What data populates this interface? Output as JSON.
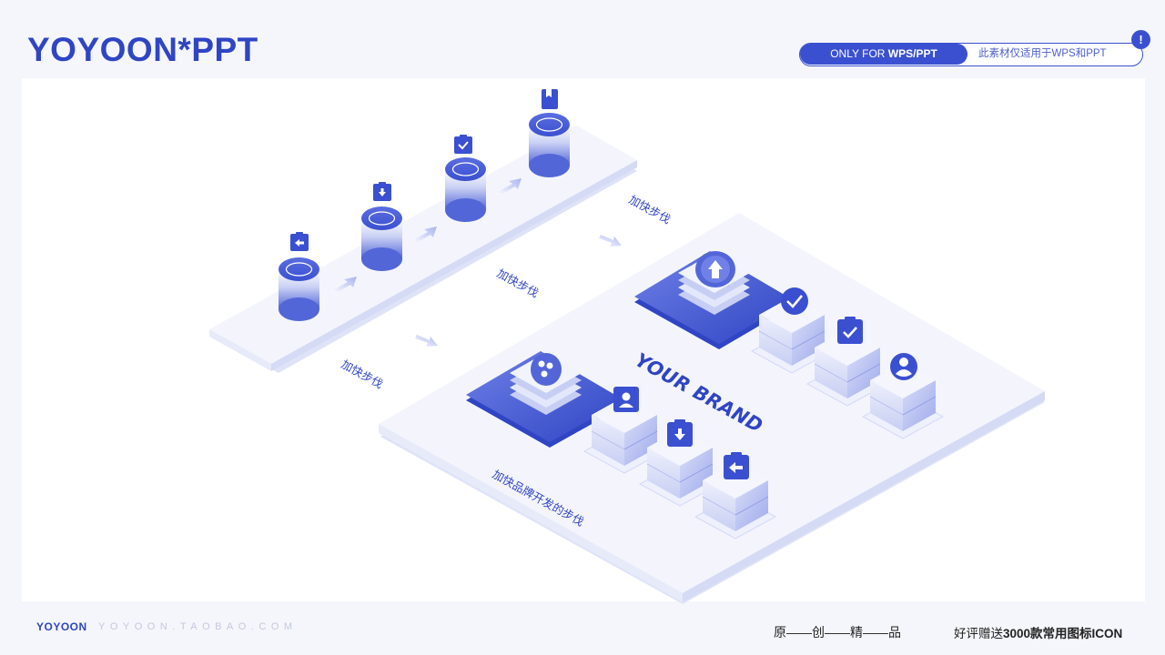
{
  "header": {
    "title": "YOYOON*PPT",
    "pill_left_prefix": "ONLY FOR ",
    "pill_left_bold": "WPS/PPT",
    "pill_right": "此素材仅适用于WPS和PPT",
    "alert_symbol": "!"
  },
  "diagram": {
    "labels": {
      "step_a": "加快步伐",
      "step_b": "加快步伐",
      "step_c": "加快步伐",
      "bottom": "加快品牌开发的步伐",
      "brand": "YOUR BRAND"
    },
    "colors": {
      "accent": "#3a50d0",
      "accent_light": "#6f80e6",
      "platform": "#f4f5fc",
      "platform_edge": "#dfe3f7"
    },
    "icons": [
      "arrow-left-clipboard-icon",
      "download-clipboard-icon",
      "check-clipboard-icon",
      "book-icon",
      "cloud-upload-icon",
      "check-circle-icon",
      "check-clipboard-icon",
      "user-circle-icon",
      "settings-circle-icon",
      "user-card-icon",
      "download-clipboard-icon",
      "arrow-left-clipboard-icon"
    ]
  },
  "footer": {
    "brand": "YOYOON",
    "url": "YOYOON.TAOBAO.COM",
    "quality": "原——创——精——品",
    "gift_prefix": "好评赠送",
    "gift_bold": "3000款常用图标ICON"
  }
}
